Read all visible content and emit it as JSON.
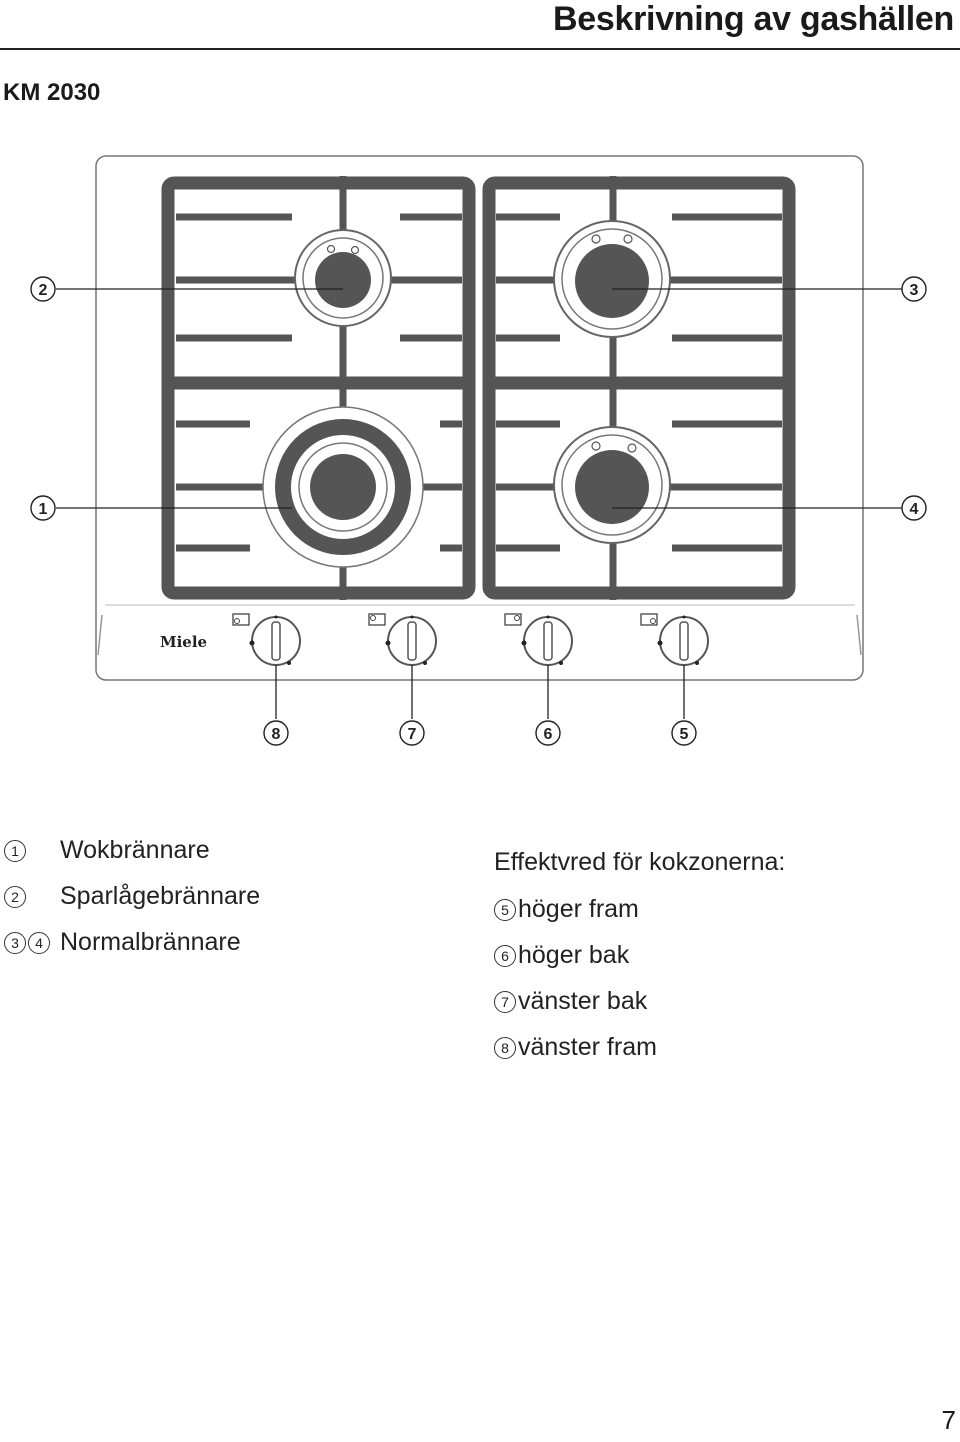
{
  "header": {
    "title": "Beskrivning av gashällen"
  },
  "model": "KM 2030",
  "diagram": {
    "brand": "Miele",
    "callouts": {
      "c1": "1",
      "c2": "2",
      "c3": "3",
      "c4": "4",
      "c5": "5",
      "c6": "6",
      "c7": "7",
      "c8": "8"
    }
  },
  "legend_left": [
    {
      "nums": [
        "1"
      ],
      "text": "Wokbrännare"
    },
    {
      "nums": [
        "2"
      ],
      "text": "Sparlågebrännare"
    },
    {
      "nums": [
        "3",
        "4"
      ],
      "text": "Normalbrännare"
    }
  ],
  "legend_right": {
    "heading": "Effektvred för kokzonerna:",
    "items": [
      {
        "num": "5",
        "text": "höger fram"
      },
      {
        "num": "6",
        "text": "höger bak"
      },
      {
        "num": "7",
        "text": "vänster bak"
      },
      {
        "num": "8",
        "text": "vänster fram"
      }
    ]
  },
  "page_number": "7"
}
